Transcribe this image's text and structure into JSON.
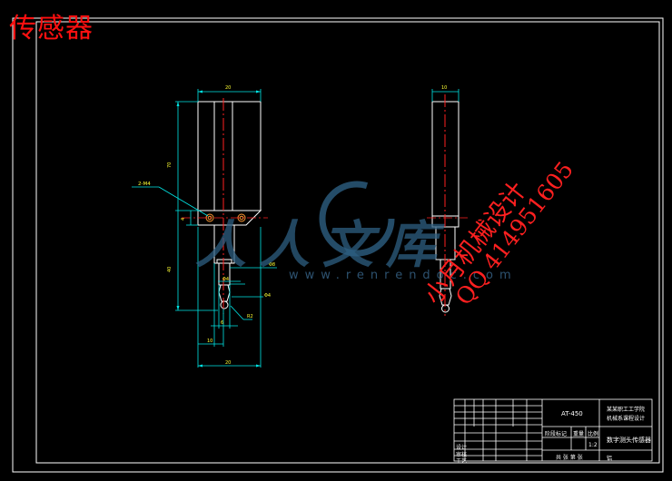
{
  "corner_title": "传感器",
  "watermark": {
    "cn": "人人文库",
    "url": "www.renrendoc.com"
  },
  "stamp": {
    "line1": "小月机械设计",
    "line2": "QQ 414951605"
  },
  "callout": "2-M4",
  "title_block": {
    "drawing_code": "AT-450",
    "school": "某某职工工学院",
    "dept": "机械系课程设计",
    "name": "数字测头传感器",
    "scale": "1:2",
    "material": "铝",
    "footer": "共 张 第 张",
    "labels": {
      "design": "设计",
      "check": "审核",
      "process": "工艺",
      "stage": "阶段标记",
      "weight": "重量",
      "ratio": "比例"
    }
  },
  "colors": {
    "outline": "#ffffff",
    "center_line": "#ff2020",
    "dimension": "#00e5e5",
    "dimension_text": "#ffff33"
  }
}
